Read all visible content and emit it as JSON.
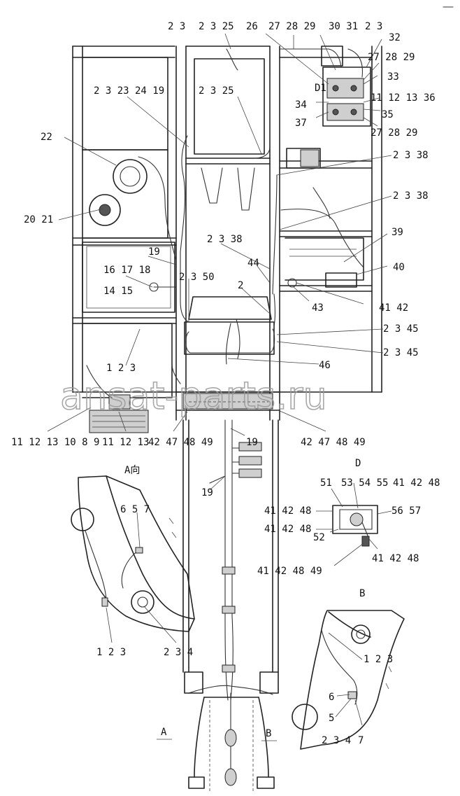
{
  "watermark": "ansat-parts.ru",
  "views": {
    "view_a": "A向",
    "view_b": "B",
    "view_d": "D",
    "section_a": "A",
    "section_b": "B",
    "marker_d1": "D1"
  },
  "callouts": {
    "top_23_left": "2 3",
    "top_23_25": "2 3 25",
    "top_26": "26",
    "top_27_28_29": "27 28 29",
    "top_30_31": "30 31",
    "top_23_right": "2 3",
    "c32": "32",
    "c27_28_29_a": "27 28 29",
    "c33": "33",
    "c11_12_13_36": "11 12 13 36",
    "c35": "35",
    "c27_28_29_b": "27 28 29",
    "c34": "34",
    "c37": "37",
    "c23_23_24_19": "2 3 23 24 19",
    "c23_25_mid": "2 3 25",
    "c22": "22",
    "c20_21": "20 21",
    "c23_38_a": "2 3 38",
    "c23_38_b": "2 3 38",
    "c23_38_c": "2 3 38",
    "c39": "39",
    "c40": "40",
    "c44": "44",
    "c19_left": "19",
    "c16_17_18": "16 17 18",
    "c14_15": "14 15",
    "c23_50": "2 3 50",
    "c2": "2",
    "c43": "43",
    "c41_42_right": "41 42",
    "c23_45_a": "2 3 45",
    "c23_45_b": "2 3 45",
    "c1_2_3": "1 2 3",
    "c46": "46",
    "c11_12_13_10_8_9": "11 12 13 10 8 9",
    "c11_12_13_b": "11 12 13",
    "c42_47_48_49_a": "42 47 48 49",
    "c42_47_48_49_b": "42 47 48 49",
    "c19_mid": "19",
    "c19_low": "19",
    "c6_5_7": "6 5 7",
    "c1_2_3_bottom": "1 2 3",
    "c2_3_4_a": "2 3 4",
    "c51": "51",
    "c53_54_55": "53 54 55",
    "c41_42_48_top": "41 42 48",
    "c41_42_48_l1": "41 42 48",
    "c41_42_48_l2": "41 42 48",
    "c56_57": "56 57",
    "c52": "52",
    "c41_42_48_r": "41 42 48",
    "c41_42_48_49": "41 42 48 49",
    "c1_2_3_b": "1 2 3",
    "c6": "6",
    "c5": "5",
    "c2_3_4_b": "2 3 4",
    "c7": "7"
  }
}
